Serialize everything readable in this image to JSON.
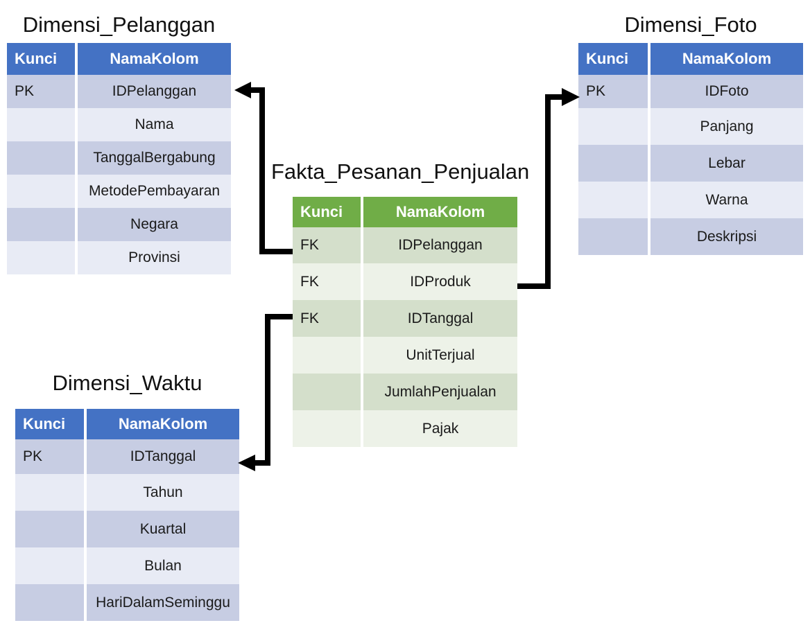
{
  "diagram": {
    "type": "star-schema",
    "title_lang": "id",
    "colors": {
      "dimension_header": "#4472C4",
      "dimension_row_dark": "#C7CDE3",
      "dimension_row_light": "#E8EBF5",
      "fact_header": "#70AD47",
      "fact_row_dark": "#D4DFCB",
      "fact_row_light": "#EDF2E8",
      "connector": "#000000",
      "background": "#FFFFFF"
    }
  },
  "tables": {
    "pelanggan": {
      "title": "Dimensi_Pelanggan",
      "headers": {
        "key": "Kunci",
        "name": "NamaKolom"
      },
      "rows": [
        {
          "key": "PK",
          "name": "IDPelanggan"
        },
        {
          "key": "",
          "name": "Nama"
        },
        {
          "key": "",
          "name": "TanggalBergabung"
        },
        {
          "key": "",
          "name": "MetodePembayaran"
        },
        {
          "key": "",
          "name": "Negara"
        },
        {
          "key": "",
          "name": "Provinsi"
        }
      ]
    },
    "foto": {
      "title": "Dimensi_Foto",
      "headers": {
        "key": "Kunci",
        "name": "NamaKolom"
      },
      "rows": [
        {
          "key": "PK",
          "name": "IDFoto"
        },
        {
          "key": "",
          "name": "Panjang"
        },
        {
          "key": "",
          "name": "Lebar"
        },
        {
          "key": "",
          "name": "Warna"
        },
        {
          "key": "",
          "name": "Deskripsi"
        }
      ]
    },
    "fakta": {
      "title": "Fakta_Pesanan_Penjualan",
      "headers": {
        "key": "Kunci",
        "name": "NamaKolom"
      },
      "rows": [
        {
          "key": "FK",
          "name": "IDPelanggan"
        },
        {
          "key": "FK",
          "name": "IDProduk"
        },
        {
          "key": "FK",
          "name": "IDTanggal"
        },
        {
          "key": "",
          "name": "UnitTerjual"
        },
        {
          "key": "",
          "name": "JumlahPenjualan"
        },
        {
          "key": "",
          "name": "Pajak"
        }
      ]
    },
    "waktu": {
      "title": "Dimensi_Waktu",
      "headers": {
        "key": "Kunci",
        "name": "NamaKolom"
      },
      "rows": [
        {
          "key": "PK",
          "name": "IDTanggal"
        },
        {
          "key": "",
          "name": "Tahun"
        },
        {
          "key": "",
          "name": "Kuartal"
        },
        {
          "key": "",
          "name": "Bulan"
        },
        {
          "key": "",
          "name": "HariDalamSeminggu"
        }
      ]
    }
  },
  "relationships": [
    {
      "from": "fakta.IDPelanggan",
      "to": "pelanggan.IDPelanggan",
      "direction": "left"
    },
    {
      "from": "fakta.IDProduk",
      "to": "foto.IDFoto",
      "direction": "right"
    },
    {
      "from": "fakta.IDTanggal",
      "to": "waktu.IDTanggal",
      "direction": "left-down"
    }
  ]
}
